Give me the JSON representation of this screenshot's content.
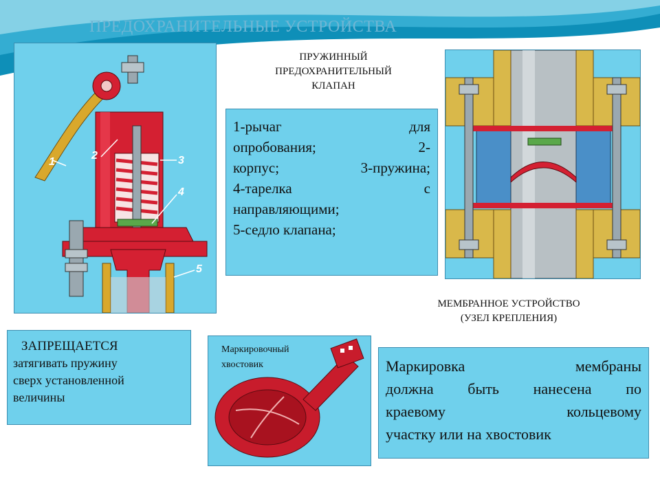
{
  "slide": {
    "title": "ПРЕДОХРАНИТЕЛЬНЫЕ УСТРОЙСТВА",
    "accent_color": "#6fd0ec",
    "valve_color": "#d42032"
  },
  "valve": {
    "caption_lines": [
      "ПРУЖИННЫЙ",
      "ПРЕДОХРАНИТЕЛЬНЫЙ",
      "КЛАПАН"
    ],
    "callouts": [
      "1",
      "2",
      "3",
      "4",
      "5"
    ],
    "legend_lines": [
      "1-рычаг для",
      "опробования; 2-",
      "корпус; 3-пружина;",
      "4-тарелка с",
      "направляющими;",
      "5-седло клапана;"
    ]
  },
  "membrane": {
    "caption_lines": [
      "МЕМБРАННОЕ УСТРОЙСТВО",
      "(УЗЕЛ КРЕПЛЕНИЯ)"
    ],
    "photo_label_lines": [
      "Маркировочный",
      "хвостовик"
    ],
    "marking_lines": [
      "Маркировка мембраны",
      "должна быть нанесена по",
      "краевому кольцевому",
      "участку или на хвостовик"
    ]
  },
  "warning": {
    "title": "ЗАПРЕЩАЕТСЯ",
    "lines": [
      "затягивать пружину",
      "сверх установленной",
      "величины"
    ]
  }
}
